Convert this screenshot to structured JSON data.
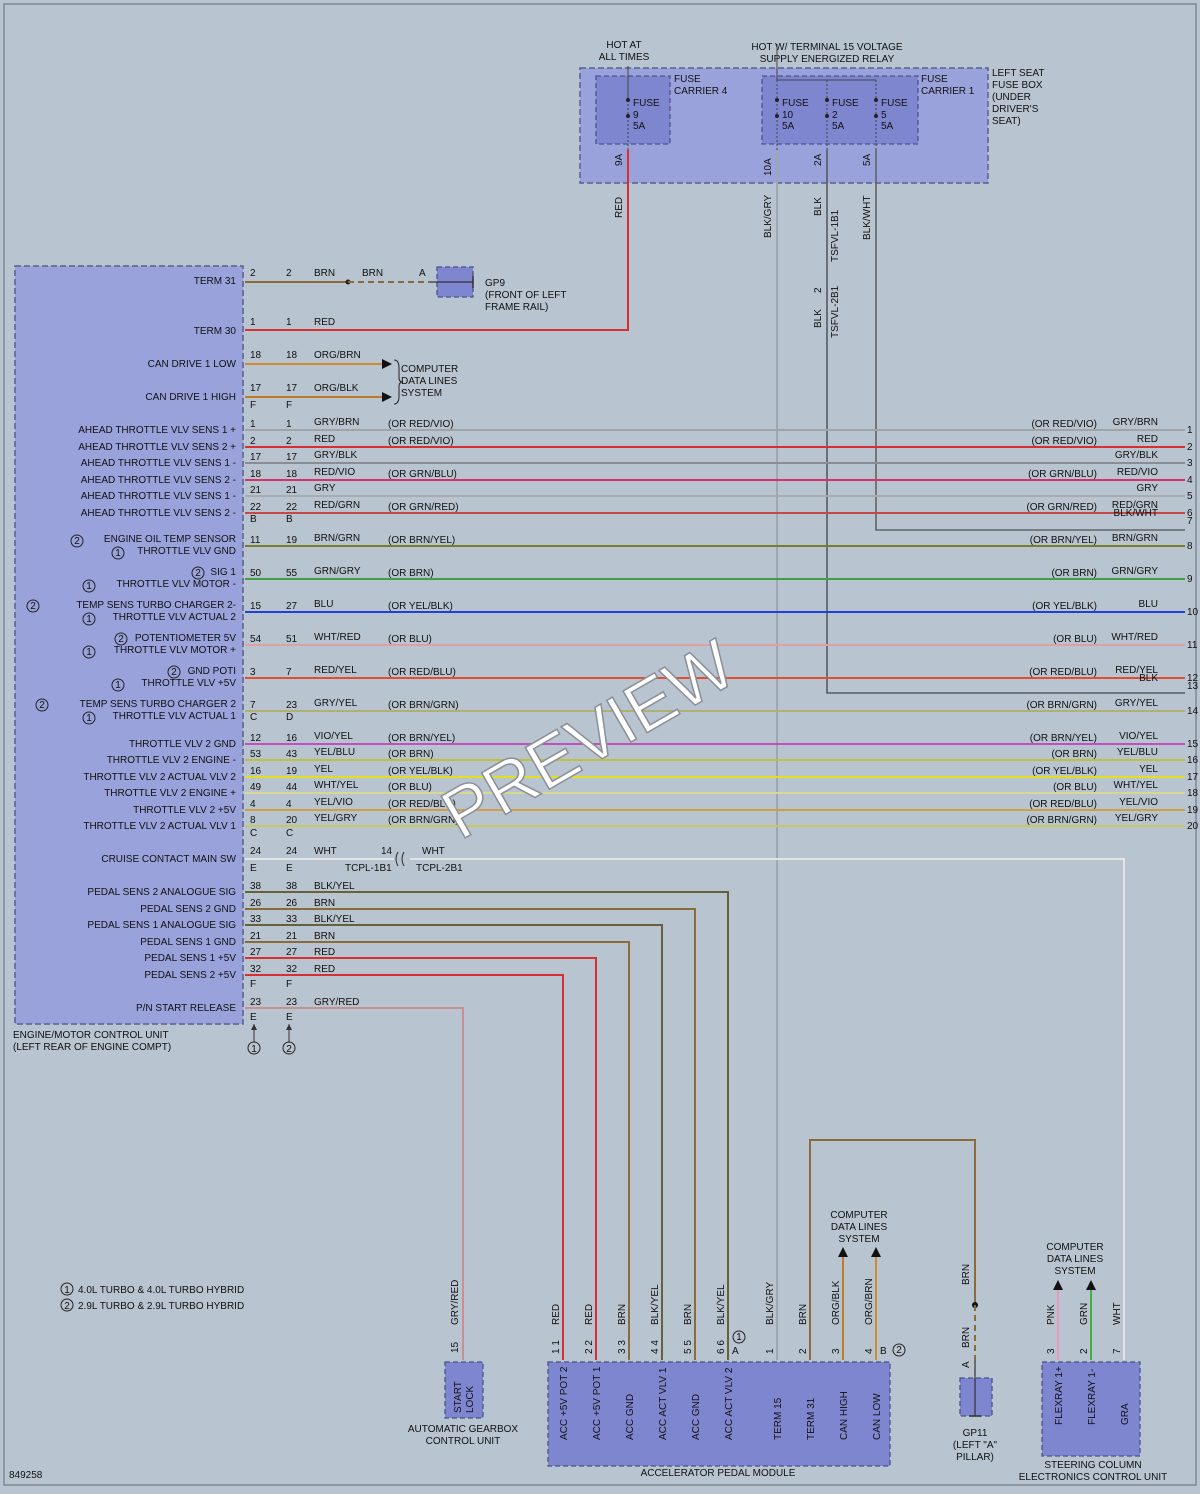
{
  "diagram_id": "849258",
  "watermark": "PREVIEW",
  "top_labels": {
    "hot_all_times": [
      "HOT AT",
      "ALL TIMES"
    ],
    "hot_terminal15": [
      "HOT W/ TERMINAL 15 VOLTAGE",
      "SUPPLY ENERGIZED RELAY"
    ]
  },
  "fuse_box": {
    "label": [
      "LEFT SEAT",
      "FUSE BOX",
      "(UNDER",
      "DRIVER'S",
      "SEAT)"
    ],
    "carrier4": [
      "FUSE",
      "CARRIER 4"
    ],
    "carrier1": [
      "FUSE",
      "CARRIER 1"
    ],
    "fuses": [
      {
        "name": "FUSE",
        "num": "9",
        "amp": "5A",
        "terminal": "9A",
        "wire": "RED"
      },
      {
        "name": "FUSE",
        "num": "10",
        "amp": "5A",
        "terminal": "10A",
        "wire": "BLK/GRY"
      },
      {
        "name": "FUSE",
        "num": "2",
        "amp": "5A",
        "terminal": "2A",
        "wire": "BLK"
      },
      {
        "name": "FUSE",
        "num": "5",
        "amp": "5A",
        "terminal": "5A",
        "wire": "BLK/WHT"
      }
    ]
  },
  "ecu": {
    "label": [
      "ENGINE/MOTOR CONTROL UNIT",
      "(LEFT REAR OF ENGINE COMPT)"
    ],
    "pins": [
      {
        "name": "TERM 31",
        "a": "2",
        "b": "2",
        "wire": "BRN"
      },
      {
        "name": "TERM 30",
        "a": "1",
        "b": "1",
        "wire": "RED"
      },
      {
        "name": "CAN DRIVE 1 LOW",
        "a": "18",
        "b": "18",
        "wire": "ORG/BRN"
      },
      {
        "name": "CAN DRIVE 1 HIGH",
        "a": "17",
        "b": "17",
        "wire": "ORG/BLK"
      },
      {
        "name": "PEDAL SENS 2 ANALOGUE SIG",
        "a": "38",
        "b": "38",
        "wire": "BLK/YEL"
      },
      {
        "name": "PEDAL SENS 2 GND",
        "a": "26",
        "b": "26",
        "wire": "BRN"
      },
      {
        "name": "PEDAL SENS 1 ANALOGUE SIG",
        "a": "33",
        "b": "33",
        "wire": "BLK/YEL"
      },
      {
        "name": "PEDAL SENS 1 GND",
        "a": "21",
        "b": "21",
        "wire": "BRN"
      },
      {
        "name": "PEDAL SENS 1 +5V",
        "a": "27",
        "b": "27",
        "wire": "RED"
      },
      {
        "name": "PEDAL SENS 2 +5V",
        "a": "32",
        "b": "32",
        "wire": "RED"
      },
      {
        "name": "P/N START RELEASE",
        "a": "23",
        "b": "23",
        "wire": "GRY/RED"
      }
    ],
    "connector_f": "F",
    "connector_b": "B",
    "connector_c": "C",
    "connector_d": "D",
    "connector_e": "E",
    "ground_refs": [
      "1",
      "2"
    ]
  },
  "gp9": {
    "label": [
      "GP9",
      "(FRONT OF LEFT",
      "FRAME RAIL)"
    ],
    "wire": "BRN",
    "pin": "A"
  },
  "can_top": [
    "COMPUTER",
    "DATA LINES",
    "SYSTEM"
  ],
  "bus_rows": [
    {
      "left": "AHEAD THROTTLE VLV SENS 1 +",
      "a": "1",
      "b": "1",
      "wire": "GRY/BRN",
      "alt": "(OR RED/VIO)",
      "ralt": "(OR RED/VIO)",
      "rwire": "GRY/BRN",
      "num": "1",
      "color": "#a0a4a8"
    },
    {
      "left": "AHEAD THROTTLE VLV SENS 2 +",
      "a": "2",
      "b": "2",
      "wire": "RED",
      "alt": "(OR RED/VIO)",
      "ralt": "(OR RED/VIO)",
      "rwire": "RED",
      "num": "2",
      "color": "#d83030"
    },
    {
      "left": "AHEAD THROTTLE VLV SENS 1 -",
      "a": "17",
      "b": "17",
      "wire": "GRY/BLK",
      "alt": "",
      "ralt": "",
      "rwire": "GRY/BLK",
      "num": "3",
      "color": "#8a8e94"
    },
    {
      "left": "AHEAD THROTTLE VLV SENS 2 -",
      "a": "18",
      "b": "18",
      "wire": "RED/VIO",
      "alt": "(OR GRN/BLU)",
      "ralt": "(OR GRN/BLU)",
      "rwire": "RED/VIO",
      "num": "4",
      "color": "#d8306a"
    },
    {
      "left": "AHEAD THROTTLE VLV SENS 1 -",
      "a": "21",
      "b": "21",
      "wire": "GRY",
      "alt": "",
      "ralt": "",
      "rwire": "GRY",
      "num": "5",
      "color": "#a8acb0"
    },
    {
      "left": "AHEAD THROTTLE VLV SENS 2 -",
      "a": "22",
      "b": "22",
      "wire": "RED/GRN",
      "alt": "(OR GRN/RED)",
      "ralt": "(OR GRN/RED)",
      "rwire": "RED/GRN",
      "num": "6",
      "color": "#c84848"
    },
    {
      "left": "",
      "a": "",
      "b": "",
      "wire": "",
      "alt": "",
      "ralt": "",
      "rwire": "BLK/WHT",
      "num": "7",
      "color": ""
    },
    {
      "left": "ENGINE OIL TEMP SENSOR / THROTTLE VLV GND",
      "a": "11",
      "b": "19",
      "wire": "BRN/GRN",
      "alt": "(OR BRN/YEL)",
      "ralt": "(OR BRN/YEL)",
      "rwire": "BRN/GRN",
      "num": "8",
      "color": "#7a7a30"
    },
    {
      "left": "SIG 1 / THROTTLE VLV MOTOR -",
      "a": "50",
      "b": "55",
      "wire": "GRN/GRY",
      "alt": "(OR BRN)",
      "ralt": "(OR BRN)",
      "rwire": "GRN/GRY",
      "num": "9",
      "color": "#40a040"
    },
    {
      "left": "TEMP SENS TURBO CHARGER 2- / THROTTLE VLV ACTUAL 2",
      "a": "15",
      "b": "27",
      "wire": "BLU",
      "alt": "(OR YEL/BLK)",
      "ralt": "(OR YEL/BLK)",
      "rwire": "BLU",
      "num": "10",
      "color": "#2040d8"
    },
    {
      "left": "POTENTIOMETER 5V / THROTTLE VLV MOTOR +",
      "a": "54",
      "b": "51",
      "wire": "WHT/RED",
      "alt": "(OR BLU)",
      "ralt": "(OR BLU)",
      "rwire": "WHT/RED",
      "num": "11",
      "color": "#e0a0a0"
    },
    {
      "left": "GND POTI / THROTTLE VLV +5V",
      "a": "3",
      "b": "7",
      "wire": "RED/YEL",
      "alt": "(OR RED/BLU)",
      "ralt": "(OR RED/BLU)",
      "rwire": "RED/YEL",
      "num": "12",
      "color": "#e05030"
    },
    {
      "left": "",
      "a": "",
      "b": "",
      "wire": "",
      "alt": "",
      "ralt": "",
      "rwire": "BLK",
      "num": "13",
      "color": ""
    },
    {
      "left": "TEMP SENS TURBO CHARGER 2 / THROTTLE VLV ACTUAL 1",
      "a": "7",
      "b": "23",
      "wire": "GRY/YEL",
      "alt": "(OR BRN/GRN)",
      "ralt": "(OR BRN/GRN)",
      "rwire": "GRY/YEL",
      "num": "14",
      "color": "#b0b070"
    },
    {
      "left": "THROTTLE VLV 2 GND",
      "a": "12",
      "b": "16",
      "wire": "VIO/YEL",
      "alt": "(OR BRN/YEL)",
      "ralt": "(OR BRN/YEL)",
      "rwire": "VIO/YEL",
      "num": "15",
      "color": "#c050c0"
    },
    {
      "left": "THROTTLE VLV 2 ENGINE -",
      "a": "53",
      "b": "43",
      "wire": "YEL/BLU",
      "alt": "(OR BRN)",
      "ralt": "(OR BRN)",
      "rwire": "YEL/BLU",
      "num": "16",
      "color": "#c0c040"
    },
    {
      "left": "THROTTLE VLV 2 ACTUAL VLV 2",
      "a": "16",
      "b": "19",
      "wire": "YEL",
      "alt": "(OR YEL/BLK)",
      "ralt": "(OR YEL/BLK)",
      "rwire": "YEL",
      "num": "17",
      "color": "#e0e020"
    },
    {
      "left": "THROTTLE VLV 2 ENGINE +",
      "a": "49",
      "b": "44",
      "wire": "WHT/YEL",
      "alt": "(OR BLU)",
      "ralt": "(OR BLU)",
      "rwire": "WHT/YEL",
      "num": "18",
      "color": "#d8d890"
    },
    {
      "left": "THROTTLE VLV 2 +5V",
      "a": "4",
      "b": "4",
      "wire": "YEL/VIO",
      "alt": "(OR RED/BLU)",
      "ralt": "(OR RED/BLU)",
      "rwire": "YEL/VIO",
      "num": "19",
      "color": "#d0a040"
    },
    {
      "left": "THROTTLE VLV 2 ACTUAL VLV 1",
      "a": "8",
      "b": "20",
      "wire": "YEL/GRY",
      "alt": "(OR BRN/GRN)",
      "ralt": "(OR BRN/GRN)",
      "rwire": "YEL/GRY",
      "num": "20",
      "color": "#c8c860"
    }
  ],
  "cruise": {
    "name": "CRUISE CONTACT MAIN SW",
    "a": "24",
    "b": "24",
    "wire": "WHT",
    "pin": "14",
    "wire2": "WHT",
    "c1": "TCPL-1B1",
    "c2": "TCPL-2B1"
  },
  "tsfvl": {
    "c1": "TSFVL-1B1",
    "c2": "TSFVL-2B1",
    "pin": "2",
    "wire": "BLK"
  },
  "legend": [
    {
      "n": "1",
      "text": "4.0L TURBO & 4.0L TURBO HYBRID"
    },
    {
      "n": "2",
      "text": "2.9L TURBO & 2.9L TURBO HYBRID"
    }
  ],
  "gearbox": {
    "pin": "15",
    "wire": "GRY/RED",
    "terminal": [
      "START",
      "LOCK"
    ],
    "label": [
      "AUTOMATIC GEARBOX",
      "CONTROL UNIT"
    ]
  },
  "pedal": {
    "label": "ACCELERATOR PEDAL MODULE",
    "pins": [
      {
        "wire": "RED",
        "pin": "1 1",
        "name": "ACC +5V POT 2"
      },
      {
        "wire": "RED",
        "pin": "2 2",
        "name": "ACC +5V POT 1"
      },
      {
        "wire": "BRN",
        "pin": "3 3",
        "name": "ACC GND"
      },
      {
        "wire": "BLK/YEL",
        "pin": "4 4",
        "name": "ACC ACT VLV 1"
      },
      {
        "wire": "BRN",
        "pin": "5 5",
        "name": "ACC GND"
      },
      {
        "wire": "BLK/YEL",
        "pin": "6 6",
        "name": "ACC ACT VLV 2"
      },
      {
        "wire": "BLK/GRY",
        "pin": "1",
        "name": "TERM 15"
      },
      {
        "wire": "BRN",
        "pin": "2",
        "name": "TERM 31"
      },
      {
        "wire": "ORG/BLK",
        "pin": "3",
        "name": "CAN HIGH"
      },
      {
        "wire": "ORG/BRN",
        "pin": "4",
        "name": "CAN LOW"
      }
    ],
    "conn_a": "A",
    "conn_b": "B"
  },
  "can_bottom": [
    "COMPUTER",
    "DATA LINES",
    "SYSTEM"
  ],
  "gp11": {
    "wire": "BRN",
    "wire2": "BRN",
    "pin": "A",
    "label": [
      "GP11",
      "(LEFT \"A\"",
      "PILLAR)"
    ]
  },
  "can_steer": [
    "COMPUTER",
    "DATA LINES",
    "SYSTEM"
  ],
  "steering": {
    "label": [
      "STEERING COLUMN",
      "ELECTRONICS CONTROL UNIT"
    ],
    "pins": [
      {
        "wire": "PNK",
        "pin": "3",
        "name": "FLEXRAY 1+"
      },
      {
        "wire": "GRN",
        "pin": "2",
        "name": "FLEXRAY 1-"
      },
      {
        "wire": "WHT",
        "pin": "7",
        "name": "GRA"
      }
    ]
  }
}
